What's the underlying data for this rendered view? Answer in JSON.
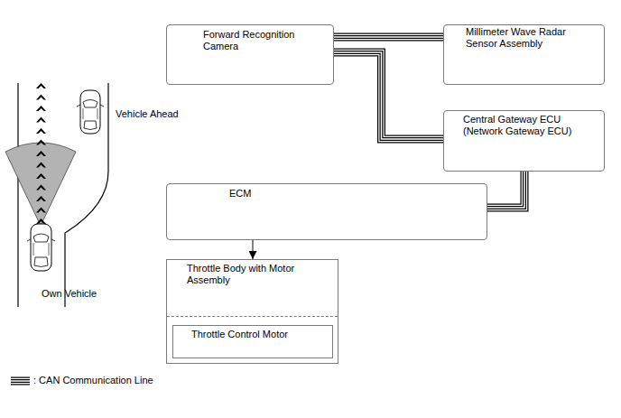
{
  "diagram": {
    "nodes": [
      {
        "text": [
          "Forward Recognition Camera"
        ]
      },
      {
        "text": [
          "Millimeter Wave Radar Sensor Assembly"
        ]
      },
      {
        "text": [
          "Central Gateway ECU (Network Gateway ECU)"
        ]
      },
      {
        "text": [
          "ECM"
        ]
      },
      {
        "text": [
          "Throttle Body with Motor Assembly"
        ]
      },
      {
        "text": [
          "Throttle Control Motor"
        ],
        "in": 4
      }
    ],
    "edges": [
      {
        "from": 0,
        "to": 1,
        "arrow": "none"
      },
      {
        "from": 0,
        "to": 2,
        "arrow": "none"
      },
      {
        "from": 2,
        "to": 3,
        "arrow": "none"
      },
      {
        "from": 3,
        "to": 4,
        "arrow": "to"
      }
    ],
    "labels": [
      "Vehicle Ahead",
      "Own Vehicle"
    ],
    "legend": [
      {
        "text": ": CAN Communication Line"
      }
    ]
  }
}
